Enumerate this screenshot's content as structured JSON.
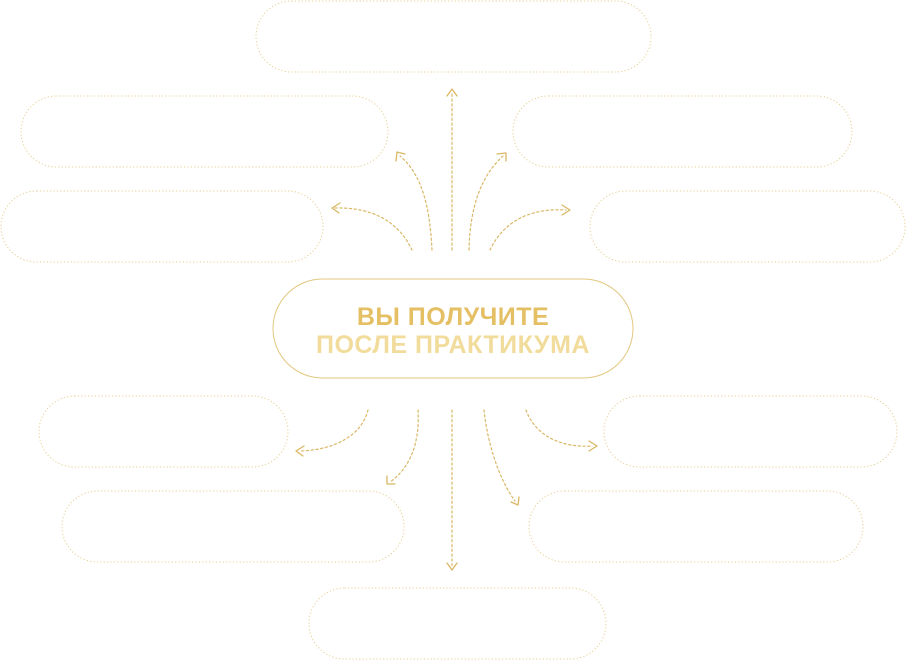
{
  "center": {
    "line1": "ВЫ ПОЛУЧИТЕ",
    "line2": "ПОСЛЕ ПРАКТИКУМА"
  },
  "boxes": [
    {
      "id": "top",
      "text": ""
    },
    {
      "id": "upper-left-1",
      "text": ""
    },
    {
      "id": "upper-right-1",
      "text": ""
    },
    {
      "id": "upper-left-2",
      "text": ""
    },
    {
      "id": "upper-right-2",
      "text": ""
    },
    {
      "id": "lower-left-1",
      "text": ""
    },
    {
      "id": "lower-right-1",
      "text": ""
    },
    {
      "id": "lower-left-2",
      "text": ""
    },
    {
      "id": "lower-right-2",
      "text": ""
    },
    {
      "id": "bottom",
      "text": ""
    }
  ],
  "colors": {
    "accent": "#e5bf63",
    "accent_light": "#f2dc9c",
    "border": "#e6cf90",
    "arrow": "#d9b765"
  }
}
